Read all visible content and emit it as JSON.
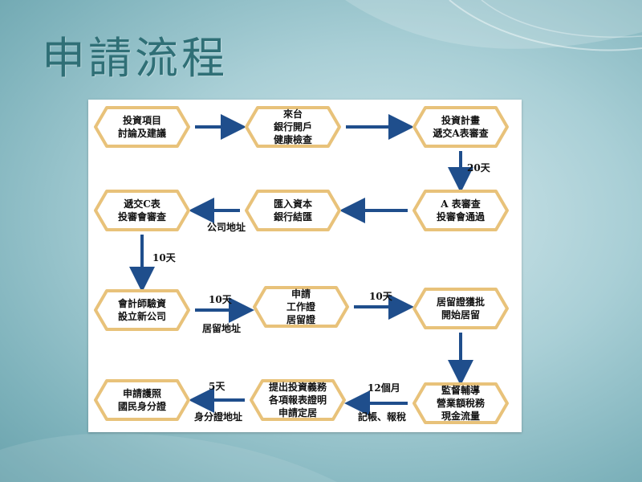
{
  "slide": {
    "title": "申請流程"
  },
  "diagram": {
    "nodes": [
      {
        "id": "n1",
        "label": "投資項目\n討論及建議"
      },
      {
        "id": "n2",
        "label": "來台\n銀行開戶\n健康檢查"
      },
      {
        "id": "n3",
        "label": "投資計畫\n遞交A表審查"
      },
      {
        "id": "n4",
        "label": "A 表審查\n投審會通過"
      },
      {
        "id": "n5",
        "label": "匯入資本\n銀行結匯"
      },
      {
        "id": "n6",
        "label": "遞交C表\n投審會審查"
      },
      {
        "id": "n7",
        "label": "會計師驗資\n設立新公司"
      },
      {
        "id": "n8",
        "label": "申請\n工作證\n居留證"
      },
      {
        "id": "n9",
        "label": "居留證獲批\n開始居留"
      },
      {
        "id": "n10",
        "label": "監督輔導\n營業額稅務\n現金流量"
      },
      {
        "id": "n11",
        "label": "提出投資義務\n各項報表證明\n申請定居"
      },
      {
        "id": "n12",
        "label": "申請護照\n國民身分證"
      }
    ],
    "edges": [
      {
        "from": "n1",
        "to": "n2",
        "label_above": "",
        "label_below": ""
      },
      {
        "from": "n2",
        "to": "n3",
        "label_above": "",
        "label_below": ""
      },
      {
        "from": "n3",
        "to": "n4",
        "label_right": "20天"
      },
      {
        "from": "n4",
        "to": "n5",
        "label_above": "",
        "label_below": ""
      },
      {
        "from": "n5",
        "to": "n6",
        "label_above": "",
        "label_below": "公司地址"
      },
      {
        "from": "n6",
        "to": "n7",
        "label_right": "10天"
      },
      {
        "from": "n7",
        "to": "n8",
        "label_above": "10天",
        "label_below": "居留地址"
      },
      {
        "from": "n8",
        "to": "n9",
        "label_above": "10天",
        "label_below": ""
      },
      {
        "from": "n9",
        "to": "n10",
        "label_right": ""
      },
      {
        "from": "n10",
        "to": "n11",
        "label_above": "12個月",
        "label_below": "記帳、報稅"
      },
      {
        "from": "n11",
        "to": "n12",
        "label_above": "5天",
        "label_below": "身分證地址"
      }
    ],
    "colors": {
      "arrow": "#1f4e8c",
      "node_fill": "#ffffff",
      "node_border": "#e8c27a",
      "title": "#2f6f76"
    }
  }
}
